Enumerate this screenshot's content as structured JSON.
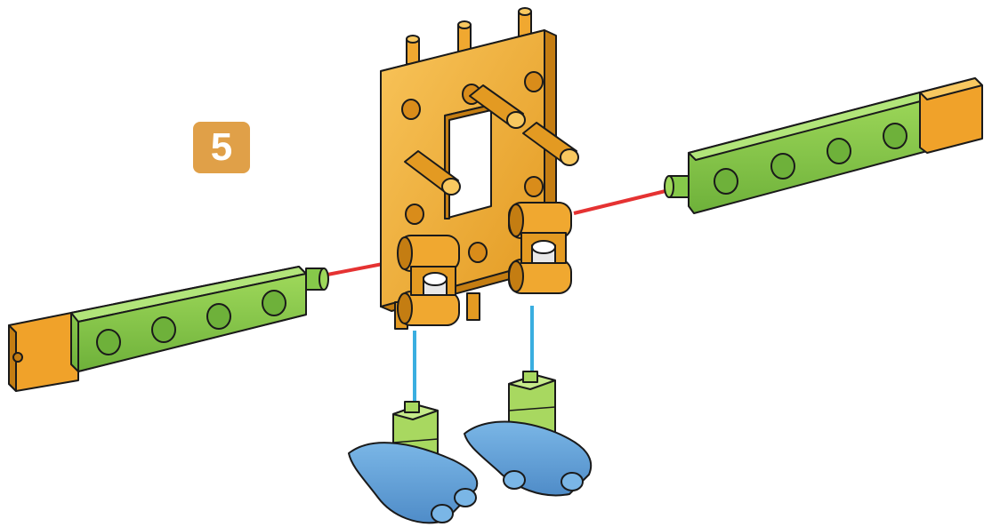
{
  "step": {
    "number": "5"
  },
  "colors": {
    "badge": "#e0a048",
    "frame": "#f0a830",
    "frame_dark": "#c47d12",
    "frame_light": "#f8c860",
    "beam": "#86c94a",
    "beam_dark": "#5e9b2c",
    "end_cap": "#f0a22a",
    "foot": "#5f9fd8",
    "foot_dark": "#3f76ad",
    "foot_block": "#a8d860",
    "axle": "#e8e8e8",
    "guide_red": "#e53232",
    "guide_blue": "#3aaee0",
    "outline": "#1a1a1a"
  },
  "parts": [
    {
      "name": "frame-plate-with-pegs"
    },
    {
      "name": "left-beam"
    },
    {
      "name": "right-beam"
    },
    {
      "name": "left-foot"
    },
    {
      "name": "right-foot"
    }
  ],
  "guides": [
    {
      "name": "left-arm-guide",
      "color": "red"
    },
    {
      "name": "right-arm-guide",
      "color": "red"
    },
    {
      "name": "left-leg-guide",
      "color": "blue"
    },
    {
      "name": "right-leg-guide",
      "color": "blue"
    }
  ]
}
